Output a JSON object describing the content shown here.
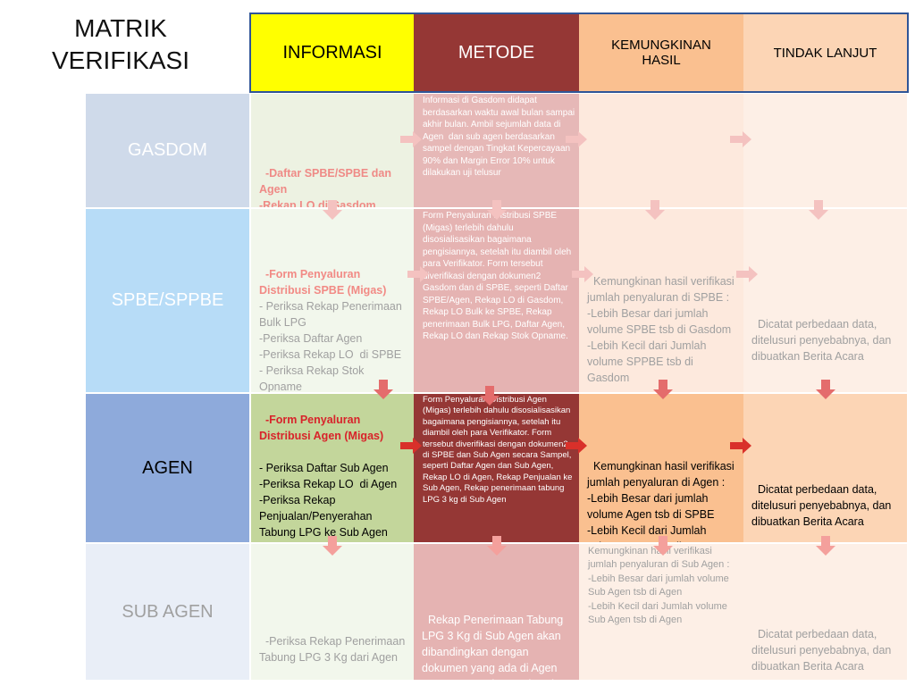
{
  "title": "MATRIK\nVERIFIKASI",
  "headers": [
    "INFORMASI",
    "METODE",
    "KEMUNGKINAN\nHASIL",
    "TINDAK LANJUT"
  ],
  "rows": [
    {
      "label": "GASDOM",
      "informasi_red": "-Daftar SPBE/SPBE dan Agen\n-Rekap LO di Gasdom\n- Rekap LO Bulk ke SPBE",
      "informasi": "",
      "metode": "Informasi di Gasdom didapat berdasarkan waktu awal bulan sampai akhir bulan. Ambil sejumlah data di Agen  dan sub agen berdasarkan sampel dengan Tingkat Kepercayaan 90% dan Margin Error 10% untuk dilakukan uji telusur",
      "hasil": "",
      "tindak": ""
    },
    {
      "label": "SPBE/SPPBE",
      "informasi_red": "-Form Penyaluran Distribusi SPBE (Migas)",
      "informasi": "\n- Periksa Rekap Penerimaan Bulk LPG\n-Periksa Daftar Agen\n-Periksa Rekap LO  di SPBE\n- Periksa Rekap Stok Opname",
      "metode": "Form Penyaluran Distribusi SPBE (Migas) terlebih dahulu disosialisasikan bagaimana pengisiannya, setelah itu diambil oleh para Verifikator. Form tersebut diverifikasi dengan dokumen2 Gasdom dan di SPBE, seperti Daftar SPBE/Agen, Rekap LO di Gasdom, Rekap LO Bulk ke SPBE, Rekap penerimaan Bulk LPG, Daftar Agen, Rekap LO dan Rekap Stok Opname.",
      "hasil": "Kemungkinan hasil verifikasi jumlah penyaluran di SPBE :\n-Lebih Besar dari jumlah volume SPBE tsb di Gasdom\n-Lebih Kecil dari Jumlah volume SPPBE tsb di Gasdom",
      "tindak": "Dicatat perbedaan data, ditelusuri penyebabnya, dan dibuatkan Berita Acara"
    },
    {
      "label": "AGEN",
      "informasi_red": "-Form Penyaluran Distribusi Agen (Migas)",
      "informasi": "- Periksa Daftar Sub Agen\n-Periksa Rekap LO  di Agen\n-Periksa Rekap Penjualan/Penyerahan Tabung LPG ke Sub Agen",
      "metode": "Form Penyaluran Distribusi Agen (Migas) terlebih dahulu disosialisasikan bagaimana pengisiannya, setelah itu diambil oleh para Verifikator. Form tersebut diverifikasi dengan dokumen2 di SPBE dan Sub Agen secara Sampel, seperti Daftar Agen dan Sub Agen, Rekap LO di Agen, Rekap Penjualan ke Sub Agen, Rekap penerimaan tabung LPG 3 kg di Sub Agen",
      "hasil": "Kemungkinan hasil verifikasi jumlah penyaluran di Agen :\n-Lebih Besar dari jumlah volume Agen tsb di SPBE\n-Lebih Kecil dari Jumlah volume Agen tsb di SPBE",
      "tindak": "Dicatat perbedaan data, ditelusuri penyebabnya, dan dibuatkan Berita Acara"
    },
    {
      "label": "SUB AGEN",
      "informasi_red": "",
      "informasi": "-Periksa Rekap Penerimaan Tabung LPG 3 Kg dari Agen",
      "metode": "Rekap Penerimaan Tabung LPG 3 Kg di Sub Agen akan dibandingkan dengan dokumen yang ada di Agen secara sampel seperti; Rekap Penjualan Agen",
      "hasil": "Kemungkinan hasil verifikasi jumlah penyaluran di Sub Agen :\n-Lebih Besar dari jumlah volume Sub Agen tsb di Agen\n-Lebih Kecil dari Jumlah volume Sub Agen tsb di Agen",
      "tindak": "Dicatat perbedaan data, ditelusuri penyebabnya, dan dibuatkan Berita Acara"
    }
  ],
  "colors": {
    "header_informasi": "#ffff00",
    "header_metode": "#953735",
    "header_hasil": "#fac090",
    "header_tindak": "#fcd5b5",
    "agen_label": "#8eaadb",
    "agen_informasi": "#c3d69b",
    "agen_metode": "#953735",
    "agen_hasil": "#fac090",
    "agen_tindak": "#fcd5b5",
    "arrow": "#e46c6c"
  }
}
